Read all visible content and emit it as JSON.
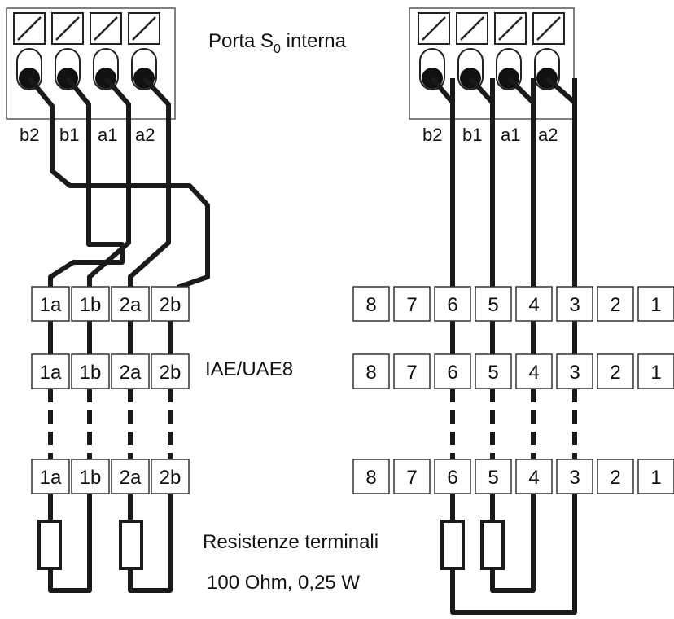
{
  "left": {
    "port_pins": [
      "b2",
      "b1",
      "a1",
      "a2"
    ],
    "terminal_rows": [
      [
        "1a",
        "1b",
        "2a",
        "2b"
      ],
      [
        "1a",
        "1b",
        "2a",
        "2b"
      ],
      [
        "1a",
        "1b",
        "2a",
        "2b"
      ]
    ]
  },
  "right": {
    "port_pins": [
      "b2",
      "b1",
      "a1",
      "a2"
    ],
    "terminal_rows": [
      [
        "8",
        "7",
        "6",
        "5",
        "4",
        "3",
        "2",
        "1"
      ],
      [
        "8",
        "7",
        "6",
        "5",
        "4",
        "3",
        "2",
        "1"
      ],
      [
        "8",
        "7",
        "6",
        "5",
        "4",
        "3",
        "2",
        "1"
      ]
    ]
  },
  "captions": {
    "port_title": "Porta S",
    "port_title_sub": "0",
    "port_title_tail": " interna",
    "device": "IAE/UAE8",
    "resistors_line1": "Resistenze terminali",
    "resistors_line2": "100 Ohm, 0,25 W"
  }
}
